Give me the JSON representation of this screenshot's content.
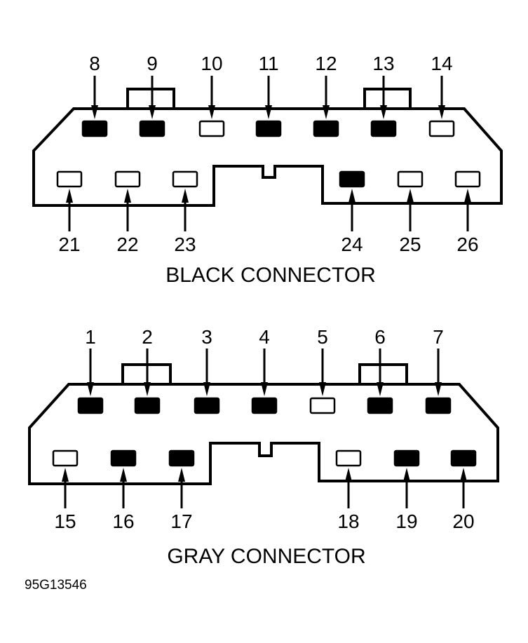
{
  "colors": {
    "ink": "#000000",
    "background": "#ffffff"
  },
  "figure_code": "95G13546",
  "connectors": [
    {
      "title": "BLACK CONNECTOR",
      "top_pins": [
        {
          "number": "8",
          "fill": "black"
        },
        {
          "number": "9",
          "fill": "black"
        },
        {
          "number": "10",
          "fill": "white"
        },
        {
          "number": "11",
          "fill": "black"
        },
        {
          "number": "12",
          "fill": "black"
        },
        {
          "number": "13",
          "fill": "black"
        },
        {
          "number": "14",
          "fill": "white"
        }
      ],
      "bottom_pins": [
        {
          "number": "21",
          "fill": "white"
        },
        {
          "number": "22",
          "fill": "white"
        },
        {
          "number": "23",
          "fill": "white"
        },
        {
          "number": "24",
          "fill": "black"
        },
        {
          "number": "25",
          "fill": "white"
        },
        {
          "number": "26",
          "fill": "white"
        }
      ]
    },
    {
      "title": "GRAY CONNECTOR",
      "top_pins": [
        {
          "number": "1",
          "fill": "black"
        },
        {
          "number": "2",
          "fill": "black"
        },
        {
          "number": "3",
          "fill": "black"
        },
        {
          "number": "4",
          "fill": "black"
        },
        {
          "number": "5",
          "fill": "white"
        },
        {
          "number": "6",
          "fill": "black"
        },
        {
          "number": "7",
          "fill": "black"
        }
      ],
      "bottom_pins": [
        {
          "number": "15",
          "fill": "white"
        },
        {
          "number": "16",
          "fill": "black"
        },
        {
          "number": "17",
          "fill": "black"
        },
        {
          "number": "18",
          "fill": "white"
        },
        {
          "number": "19",
          "fill": "black"
        },
        {
          "number": "20",
          "fill": "black"
        }
      ]
    }
  ]
}
